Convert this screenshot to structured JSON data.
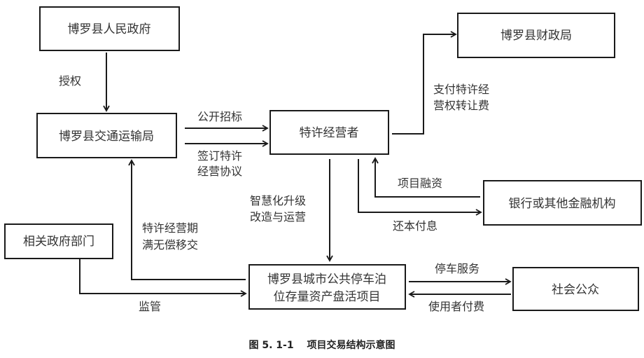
{
  "nodes": {
    "county_gov": {
      "label": "博罗县人民政府"
    },
    "transport_bureau": {
      "label": "博罗县交通运输局"
    },
    "franchisee": {
      "label": "特许经营者"
    },
    "finance_bureau": {
      "label": "博罗县财政局"
    },
    "bank": {
      "label": "银行或其他金融机构"
    },
    "gov_depts": {
      "label": "相关政府部门"
    },
    "project": {
      "lines": [
        "博罗县城市公共停车泊",
        "位存量资产盘活项目"
      ]
    },
    "public": {
      "label": "社会公众"
    }
  },
  "edges": {
    "authorize": {
      "from": "county_gov",
      "to": "transport_bureau",
      "label": "授权"
    },
    "public_tender": {
      "from": "transport_bureau",
      "to": "franchisee",
      "label": "公开招标"
    },
    "sign_agreement": {
      "from": "transport_bureau",
      "to": "franchisee",
      "lines": [
        "签订特许",
        "经营协议"
      ]
    },
    "pay_fee": {
      "from": "franchisee",
      "to": "finance_bureau",
      "lines": [
        "支付特许经",
        "营权转让费"
      ]
    },
    "financing": {
      "from": "bank",
      "to": "franchisee",
      "label": "项目融资"
    },
    "repayment": {
      "from": "franchisee",
      "to": "bank",
      "label": "还本付息"
    },
    "upgrade_operate": {
      "from": "franchisee",
      "to": "project",
      "lines": [
        "智慧化升级",
        "改造与运营"
      ]
    },
    "transfer": {
      "from": "project",
      "to": "transport_bureau",
      "lines": [
        "特许经营期",
        "满无偿移交"
      ]
    },
    "supervise": {
      "from": "gov_depts",
      "to": "project",
      "label": "监管"
    },
    "parking_service": {
      "from": "project",
      "to": "public",
      "label": "停车服务"
    },
    "user_pay": {
      "from": "public",
      "to": "project",
      "label": "使用者付费"
    }
  },
  "caption": "图 5. 1-1　 项目交易结构示意图"
}
